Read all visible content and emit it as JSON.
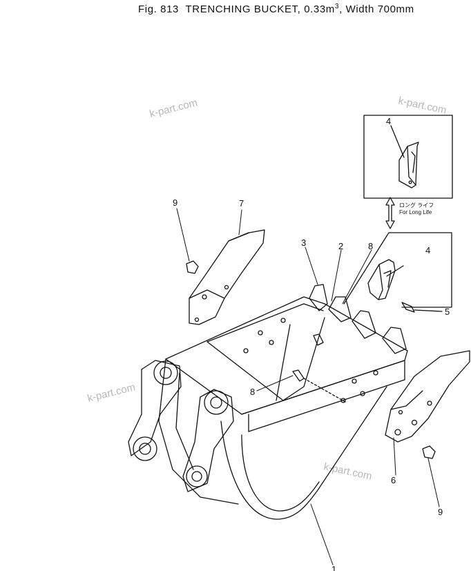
{
  "title": {
    "fig": "Fig. 813",
    "name": "TRENCHING BUCKET, 0.33m",
    "sup": "3",
    "rest": ", Width 700mm"
  },
  "watermark": "k-part.com",
  "inset": {
    "jp_note": "ロング ライフ",
    "en_note": "For Long Life"
  },
  "callouts": {
    "c1": "1",
    "c2": "2",
    "c3": "3",
    "c4a": "4",
    "c4b": "4",
    "c5": "5",
    "c6": "6",
    "c7": "7",
    "c8a": "8",
    "c8b": "8",
    "c9a": "9",
    "c9b": "9"
  }
}
